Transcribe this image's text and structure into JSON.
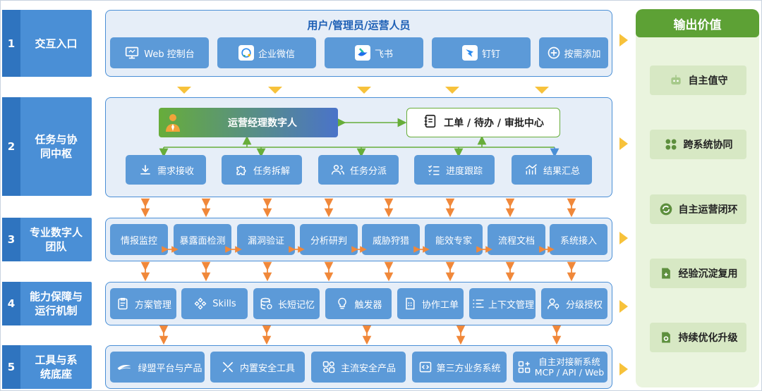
{
  "layers": [
    {
      "num": "1",
      "label": "交互入口"
    },
    {
      "num": "2",
      "label": "任务与协同中枢"
    },
    {
      "num": "3",
      "label": "专业数字人团队"
    },
    {
      "num": "4",
      "label": "能力保障与运行机制"
    },
    {
      "num": "5",
      "label": "工具与系统底座"
    }
  ],
  "layer1": {
    "title": "用户/管理员/运营人员",
    "items": [
      {
        "label": "Web 控制台",
        "icon": "monitor-icon"
      },
      {
        "label": "企业微信",
        "icon": "wecom-icon"
      },
      {
        "label": "飞书",
        "icon": "feishu-icon"
      },
      {
        "label": "钉钉",
        "icon": "dingtalk-icon"
      },
      {
        "label": "按需添加",
        "icon": "plus-circle-icon"
      }
    ]
  },
  "layer2": {
    "hub_left": "运营经理数字人",
    "hub_right": "工单 / 待办 / 审批中心",
    "items": [
      {
        "label": "需求接收",
        "icon": "download-icon"
      },
      {
        "label": "任务拆解",
        "icon": "puzzle-icon"
      },
      {
        "label": "任务分派",
        "icon": "users-icon"
      },
      {
        "label": "进度跟踪",
        "icon": "checklist-icon"
      },
      {
        "label": "结果汇总",
        "icon": "chart-icon"
      }
    ]
  },
  "layer3": {
    "items": [
      "情报监控",
      "暴露面检测",
      "漏洞验证",
      "分析研判",
      "威胁狩猎",
      "能效专家",
      "流程文档",
      "系统接入"
    ]
  },
  "layer4": {
    "items": [
      {
        "label": "方案管理",
        "icon": "clipboard-icon"
      },
      {
        "label": "Skills",
        "icon": "skills-icon"
      },
      {
        "label": "长短记忆",
        "icon": "database-icon"
      },
      {
        "label": "触发器",
        "icon": "bulb-icon"
      },
      {
        "label": "协作工单",
        "icon": "doc-icon"
      },
      {
        "label": "上下文管理",
        "icon": "list-icon"
      },
      {
        "label": "分级授权",
        "icon": "user-key-icon"
      }
    ]
  },
  "layer5": {
    "items": [
      {
        "label": "绿盟平台与产品",
        "icon": "nsfocus-logo-icon"
      },
      {
        "label": "内置安全工具",
        "icon": "tools-icon"
      },
      {
        "label": "主流安全产品",
        "icon": "products-icon"
      },
      {
        "label": "第三方业务系统",
        "icon": "code-icon"
      },
      {
        "label": "自主对接新系统",
        "label2": "MCP / API / Web",
        "icon": "grid-plus-icon"
      }
    ]
  },
  "output": {
    "title": "输出价值",
    "items": [
      {
        "label": "自主值守",
        "icon": "robot-icon"
      },
      {
        "label": "跨系统协同",
        "icon": "cluster-icon"
      },
      {
        "label": "自主运营闭环",
        "icon": "cycle-icon"
      },
      {
        "label": "经验沉淀复用",
        "icon": "doc-add-icon"
      },
      {
        "label": "持续优化升级",
        "icon": "doc-gear-icon"
      }
    ]
  },
  "colors": {
    "layer_label": "#4a8fd6",
    "panel_bg": "#e6eef8",
    "node": "#5c9ad8",
    "arrow_yellow": "#f7c23b",
    "arrow_orange": "#f0883a",
    "green": "#5da135"
  }
}
